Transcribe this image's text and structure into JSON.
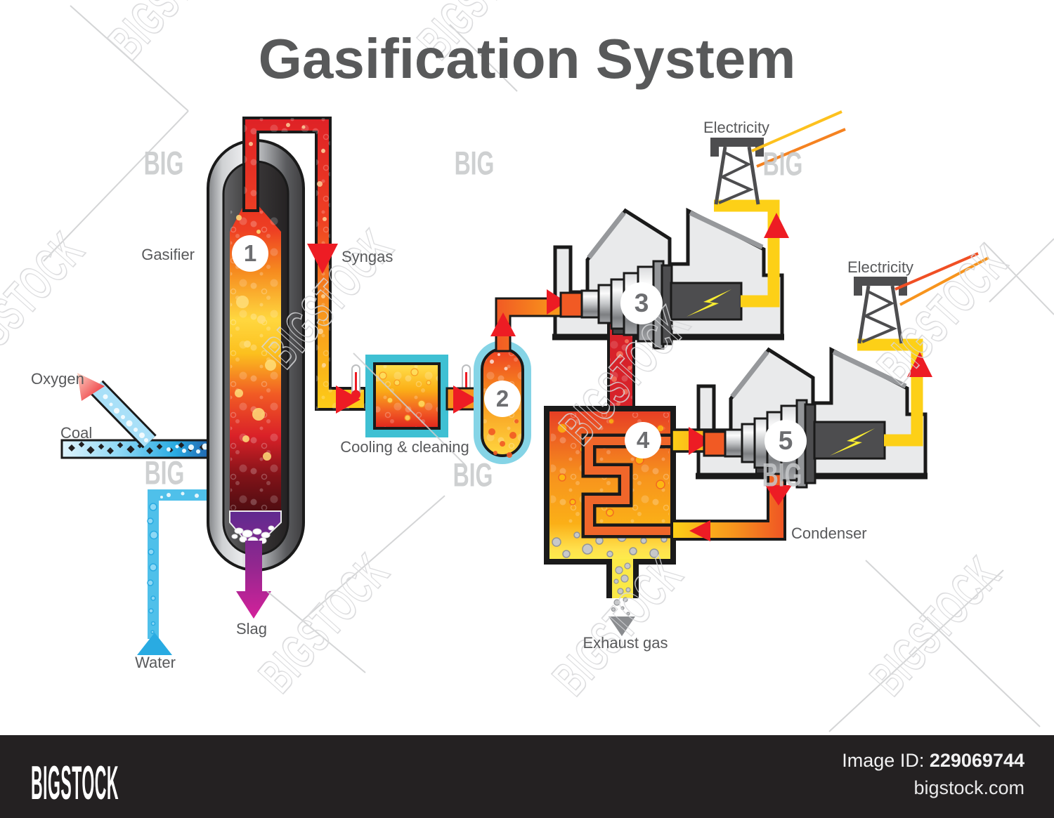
{
  "title": "Gasification System",
  "labels": {
    "gasifier": "Gasifier",
    "syngas": "Syngas",
    "oxygen": "Oxygen",
    "coal": "Coal",
    "water": "Water",
    "slag": "Slag",
    "cooling_cleaning": "Cooling & cleaning",
    "exhaust_gas": "Exhaust gas",
    "condenser": "Condenser",
    "electricity_left": "Electricity",
    "electricity_right": "Electricity"
  },
  "stages": {
    "s1": "1",
    "s2": "2",
    "s3": "3",
    "s4": "4",
    "s5": "5"
  },
  "colors": {
    "accent_red": "#ed1c24",
    "accent_orange": "#f7941d",
    "accent_yellow": "#fdd017",
    "water_blue": "#29abe2",
    "slag_purple": "#93278f",
    "label_gray": "#58595b",
    "footer_bar": "#242122"
  },
  "watermark": {
    "big": "BIG",
    "bigstock": "BIGSTOCK"
  },
  "footer": {
    "brand": "BIGSTOCK",
    "image_id_label": "Image ID:",
    "image_id": "229069744",
    "website": "bigstock.com"
  }
}
